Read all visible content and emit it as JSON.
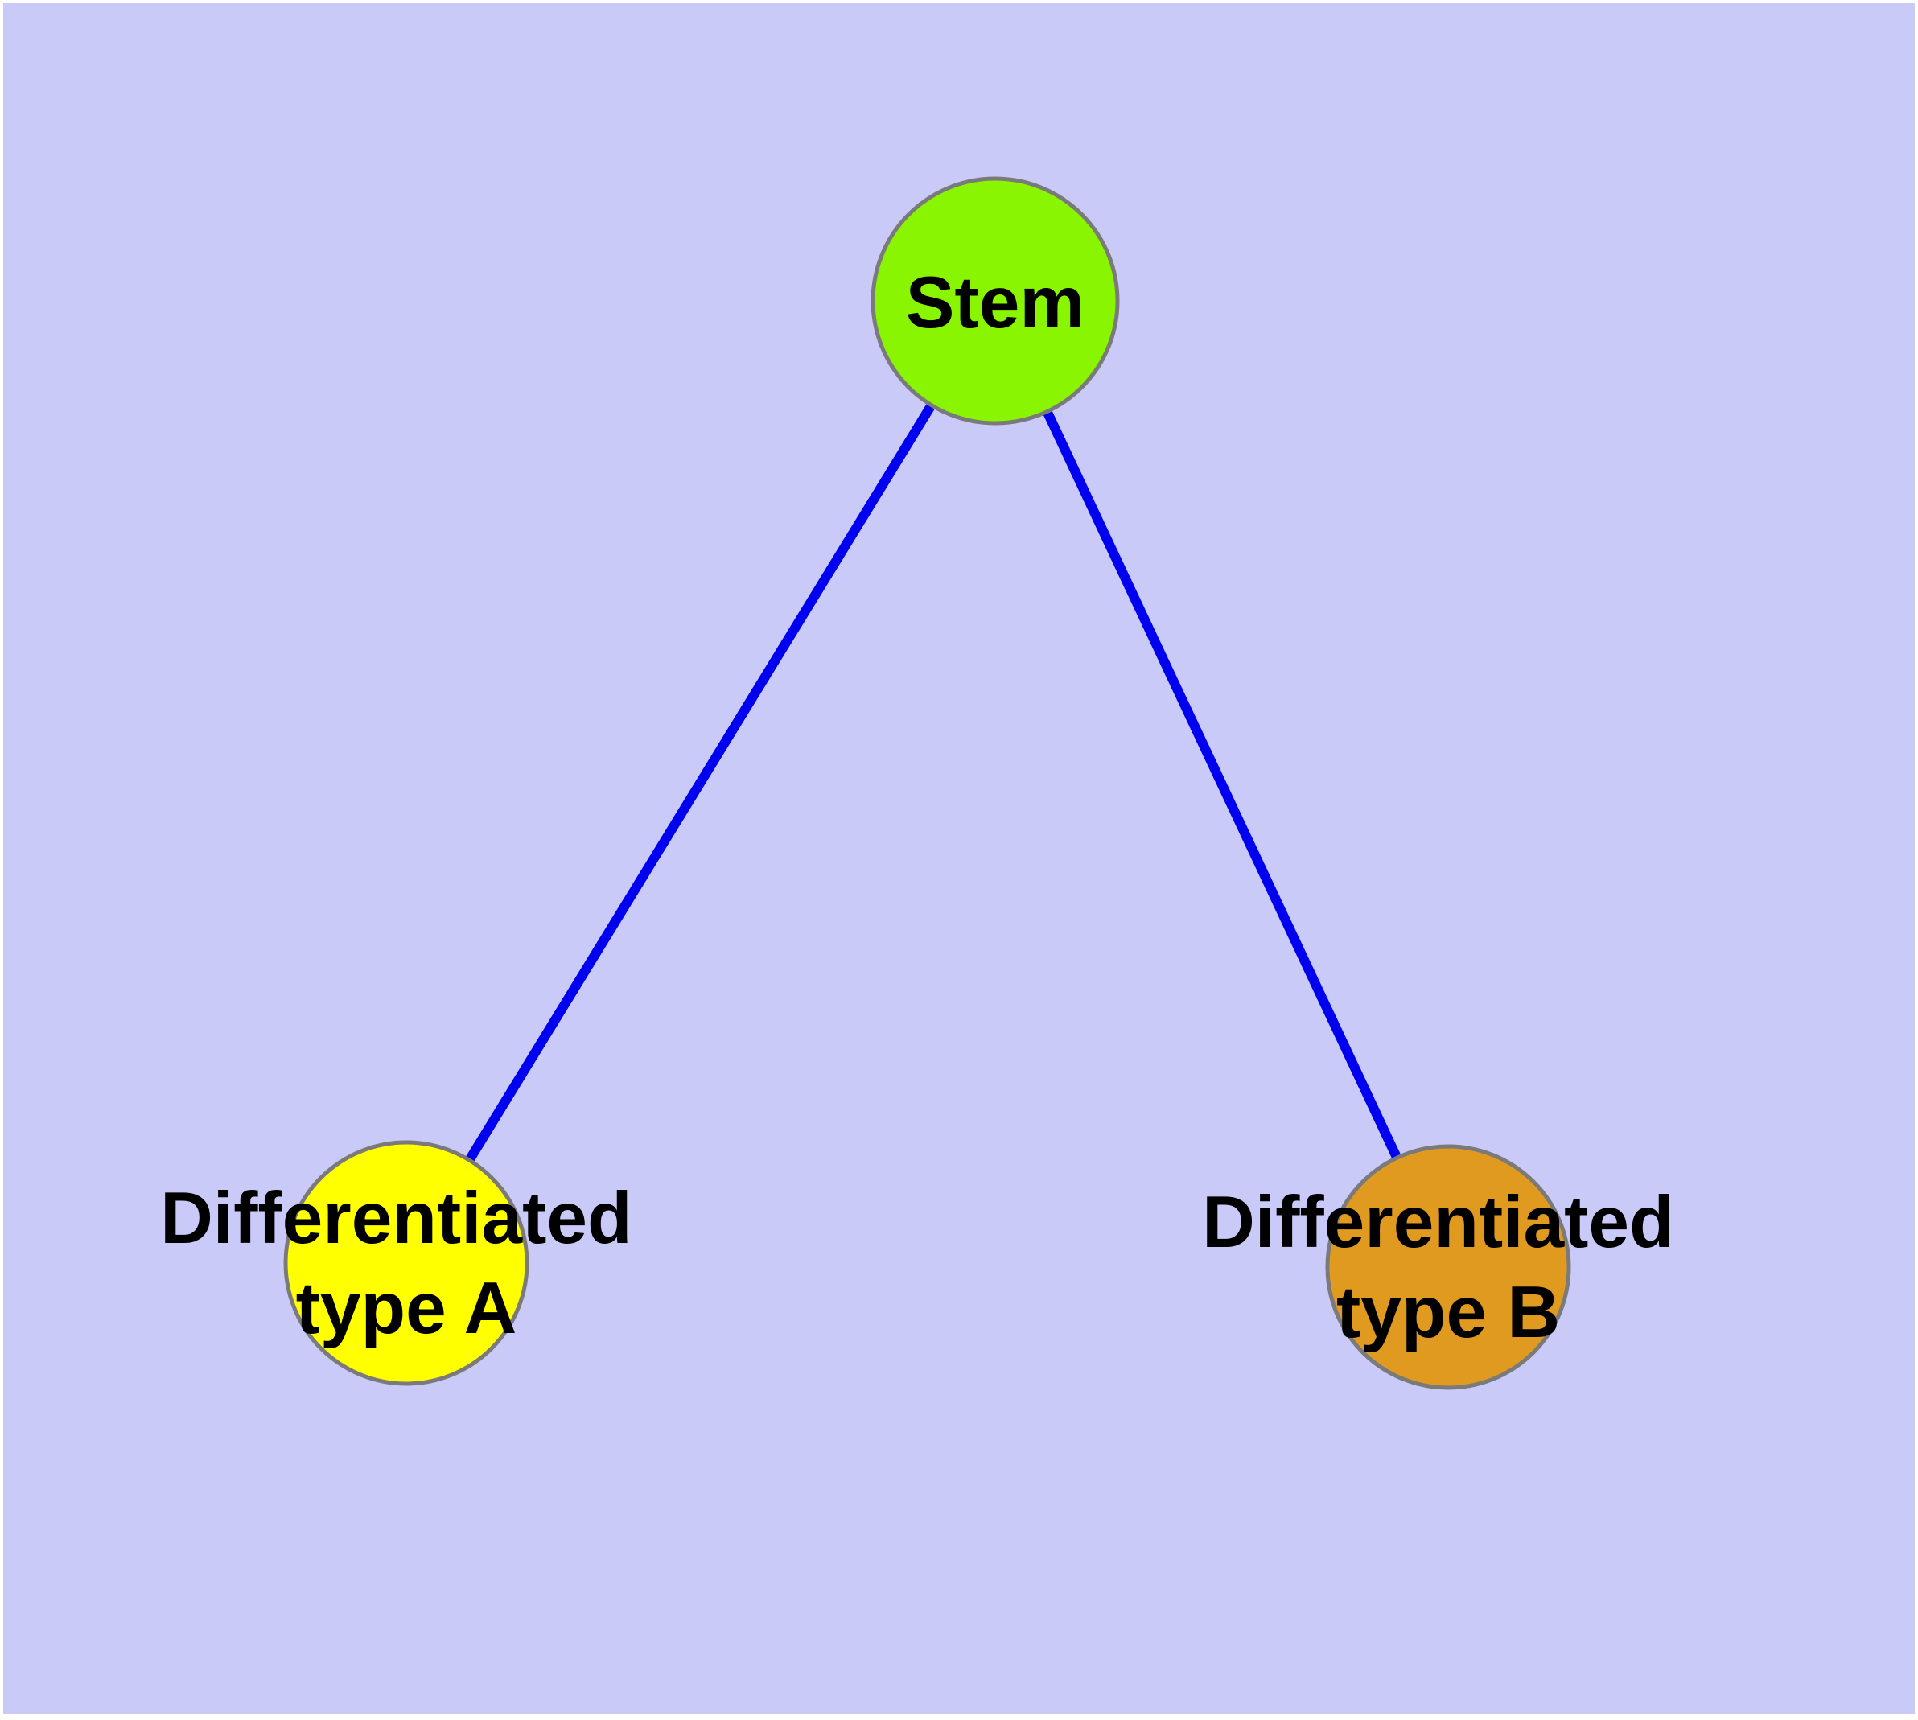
{
  "diagram": {
    "type": "graph",
    "colors": {
      "background": "#CACAF8",
      "page_border": "#FFFFFF",
      "edge": "#0000F0",
      "node_border": "#7A7A7A",
      "label_text": "#000000"
    },
    "nodes": [
      {
        "id": "stem",
        "label": "Stem",
        "label_lines": [
          "Stem"
        ],
        "fill": "#89F500"
      },
      {
        "id": "differentiated-type-a",
        "label": "Differentiated type A",
        "label_lines": [
          "Differentiated",
          "type A"
        ],
        "fill": "#FFFF00"
      },
      {
        "id": "differentiated-type-b",
        "label": "Differentiated type B",
        "label_lines": [
          "Differentiated",
          "type B"
        ],
        "fill": "#E09A20"
      }
    ],
    "edges": [
      {
        "from": "Stem",
        "to": "Differentiated type A"
      },
      {
        "from": "Stem",
        "to": "Differentiated type B"
      }
    ]
  }
}
